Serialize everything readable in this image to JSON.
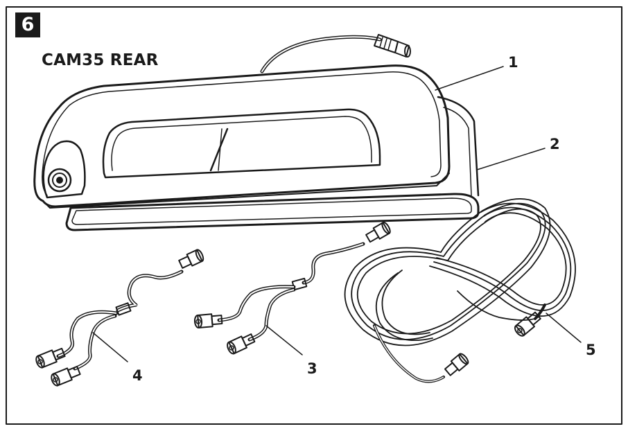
{
  "step_number": "6",
  "title": "CAM35 REAR",
  "callouts": {
    "c1": "1",
    "c2": "2",
    "c3": "3",
    "c4": "4",
    "c5": "5"
  },
  "colors": {
    "ink": "#1a1a1a",
    "paper": "#ffffff"
  }
}
